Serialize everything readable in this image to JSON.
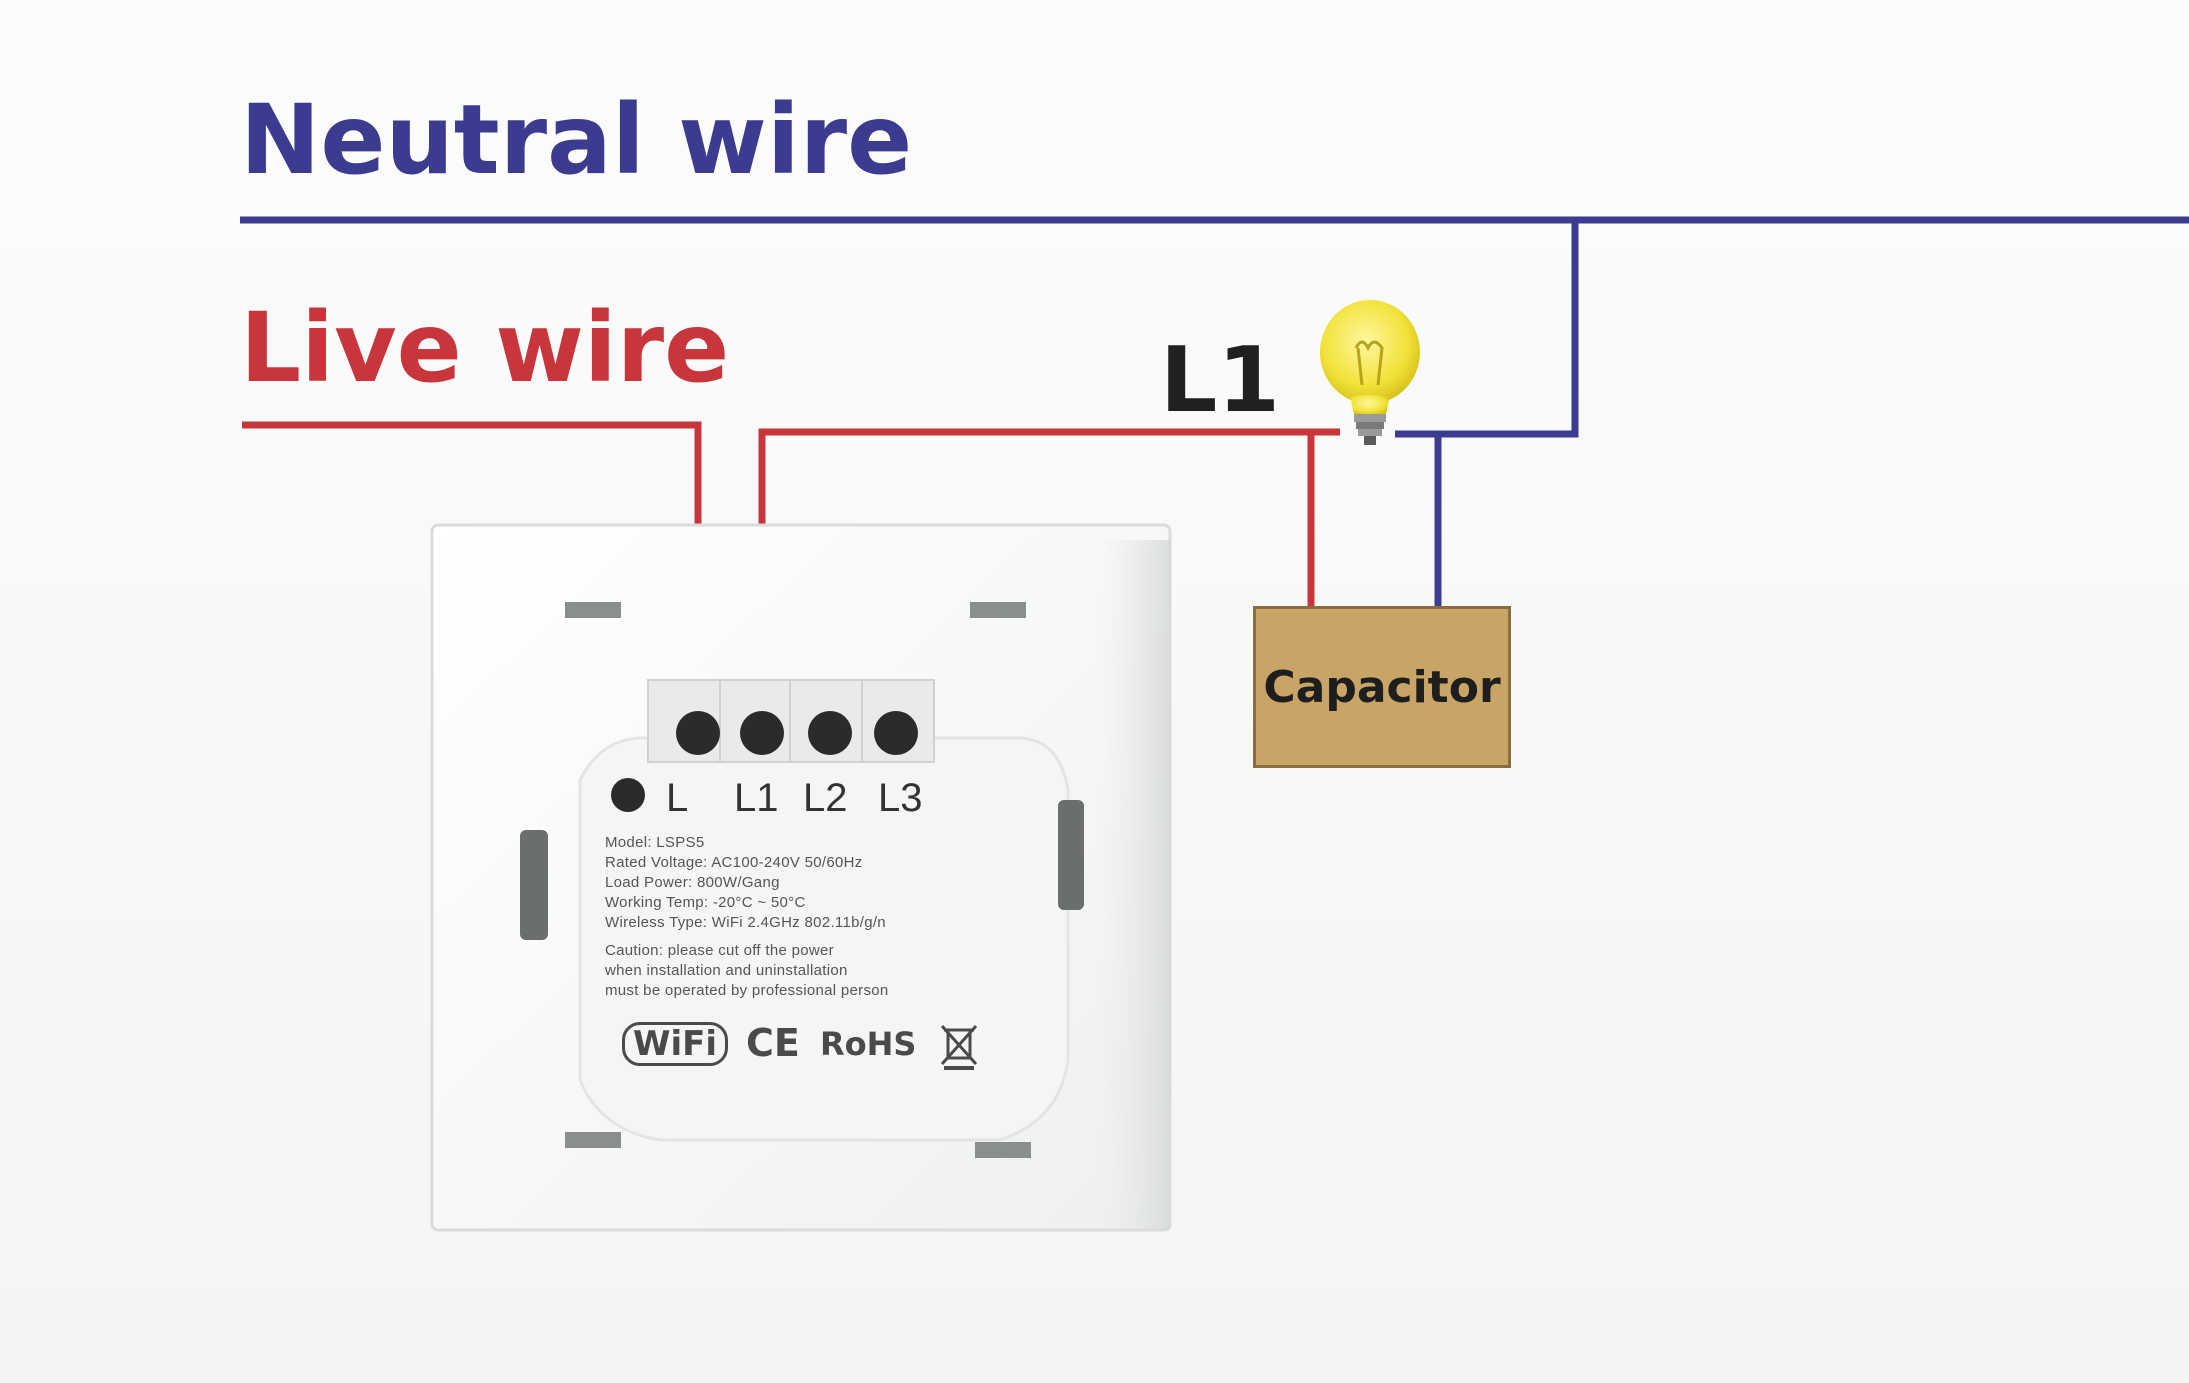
{
  "labels": {
    "neutral_wire": "Neutral wire",
    "live_wire": "Live wire",
    "l1": "L1",
    "capacitor": "Capacitor"
  },
  "terminals": [
    "L",
    "L1",
    "L2",
    "L3"
  ],
  "specs": [
    "Model: LSPS5",
    "Rated Voltage: AC100-240V 50/60Hz",
    "Load Power: 800W/Gang",
    "Working Temp: -20°C ~ 50°C",
    "Wireless Type: WiFi 2.4GHz 802.11b/g/n",
    "Caution: please cut off the power",
    "when installation and uninstallation",
    "must be operated by professional person"
  ],
  "certifications": {
    "wifi": "WiFi",
    "ce": "CE",
    "rohs": "RoHS"
  },
  "colors": {
    "neutral": "#3b3c8f",
    "live": "#c8363b",
    "bulb": "#f2e23a",
    "capacitor": "#c9a467"
  },
  "icons": [
    "light-bulb-icon",
    "weee-bin-icon"
  ]
}
